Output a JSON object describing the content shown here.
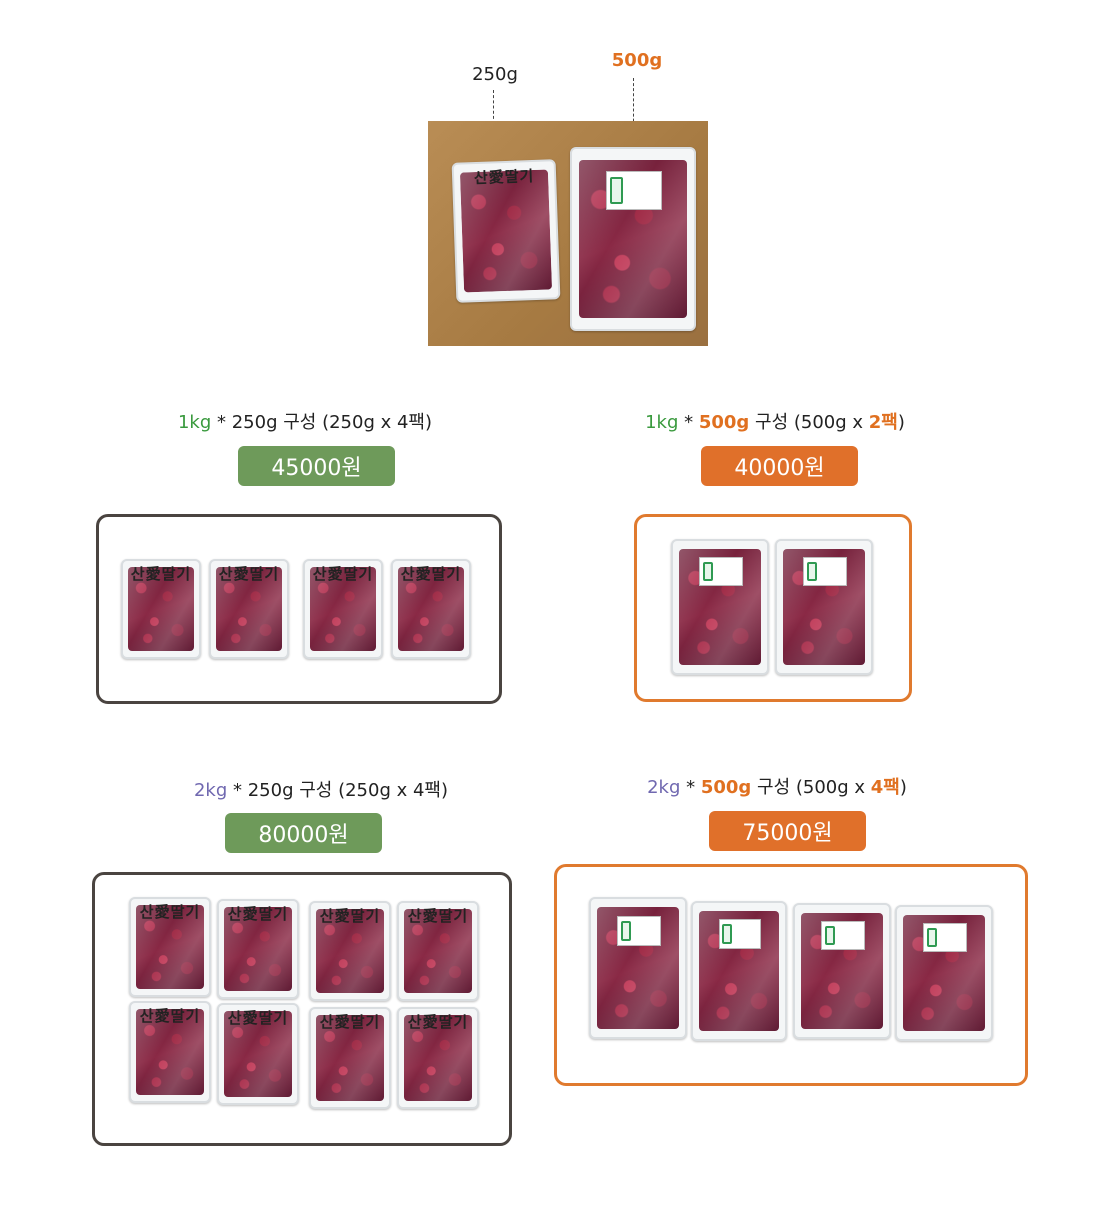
{
  "top": {
    "label_250": "250g",
    "label_500": "500g",
    "brand_text": "산愛딸기"
  },
  "colors": {
    "green": "#3a9a3e",
    "orange": "#e07020",
    "purple": "#7068b0",
    "pill_green": "#6e9a5a",
    "pill_orange": "#e0702a",
    "box_dark": "#4a4440",
    "box_orange": "#e07a2e"
  },
  "options": [
    {
      "weight": "1kg",
      "star": " * ",
      "unit": "250g",
      "rest_a": " 구성 (250g x ",
      "count": "4팩",
      "rest_b": ")",
      "price": "45000원"
    },
    {
      "weight": "1kg",
      "star": " * ",
      "unit": "500g",
      "rest_a": " 구성 (500g x ",
      "count": "2팩",
      "rest_b": ")",
      "price": "40000원"
    },
    {
      "weight": "2kg",
      "star": " * ",
      "unit": "250g",
      "rest_a": " 구성 (250g x ",
      "count": "4팩",
      "rest_b": ")",
      "price": "80000원"
    },
    {
      "weight": "2kg",
      "star": " * ",
      "unit": "500g",
      "rest_a": " 구성 (500g x ",
      "count": "4팩",
      "rest_b": ")",
      "price": "75000원"
    }
  ]
}
